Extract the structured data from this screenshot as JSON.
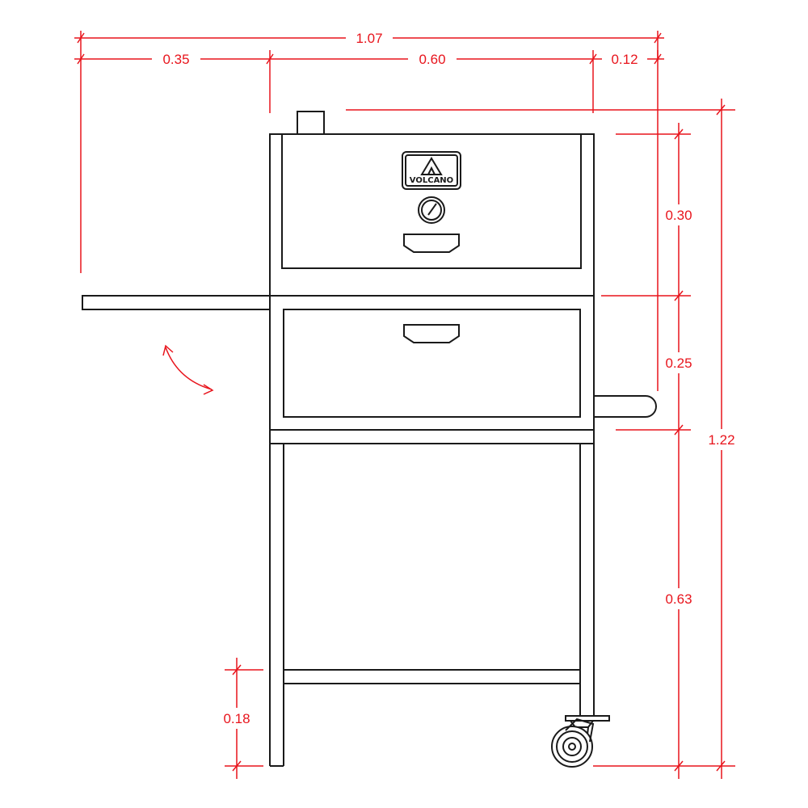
{
  "brand": {
    "logo_text": "VOLCANO"
  },
  "colors": {
    "dimension": "#e8141c",
    "linework": "#1a1a1a",
    "background": "#ffffff"
  },
  "dimensions": {
    "overall_width": "1.07",
    "side_shelf_width": "0.35",
    "body_width": "0.60",
    "handle_depth": "0.12",
    "upper_section_height": "0.30",
    "drawer_section_height": "0.25",
    "stand_height": "0.63",
    "overall_height": "1.22",
    "lower_shelf_height": "0.18"
  }
}
